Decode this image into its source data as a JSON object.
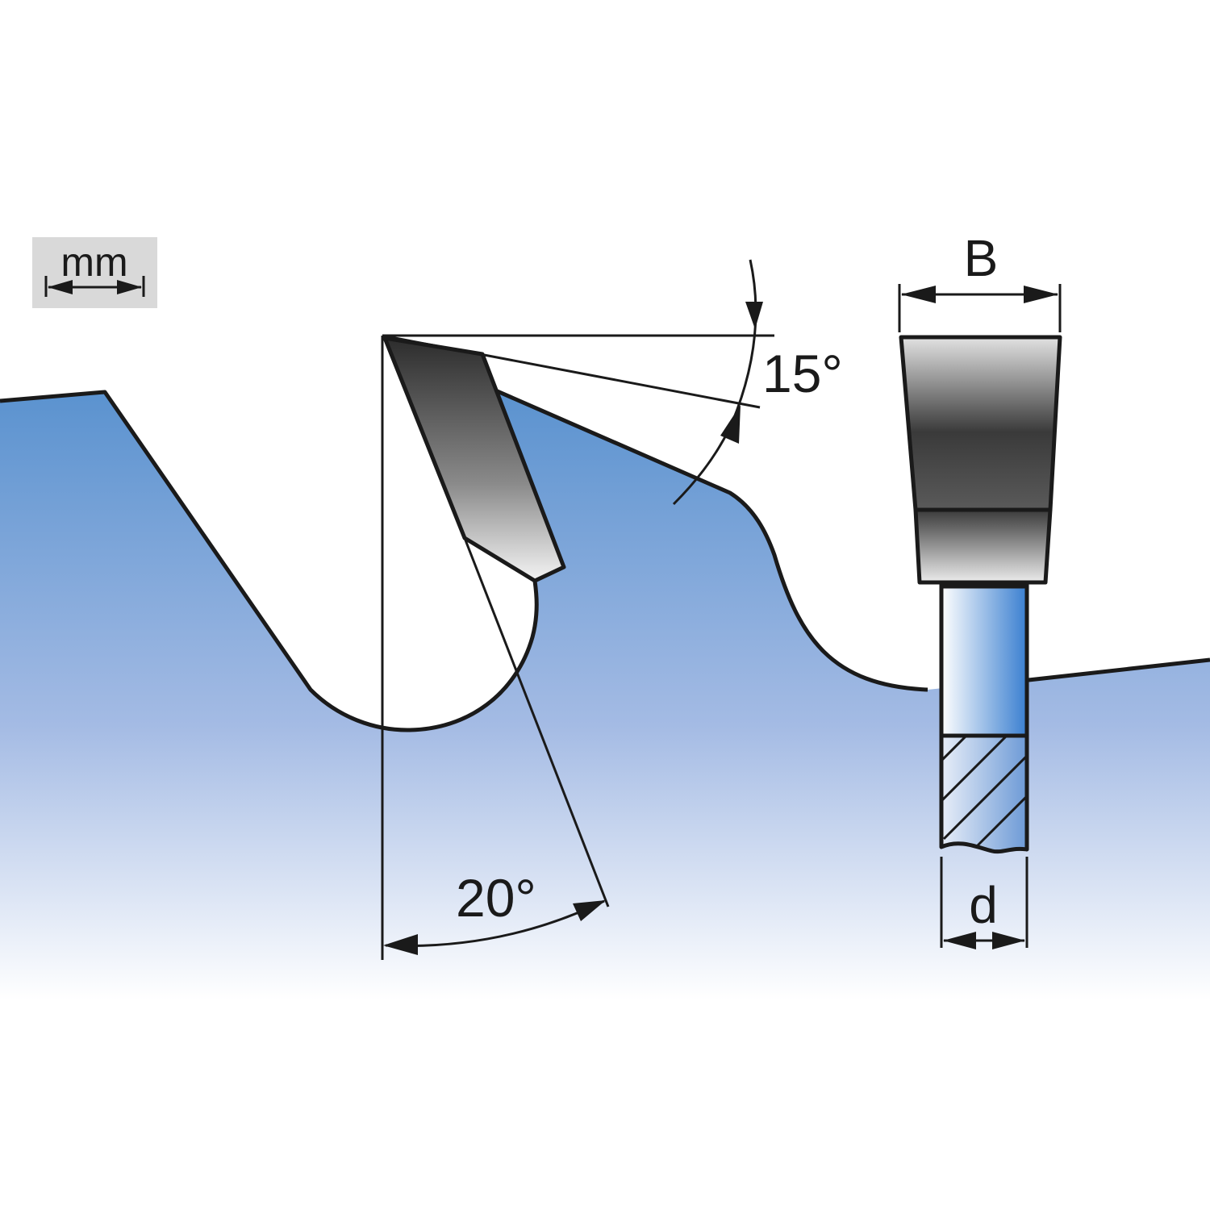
{
  "unit_badge": {
    "label": "mm"
  },
  "angles": {
    "hook_angle": "15°",
    "clearance_angle": "20°"
  },
  "dimensions": {
    "kerf_width": "B",
    "plate_thickness": "d"
  },
  "colors": {
    "blade_top": "#5b93d0",
    "blade_bottom": "#ffffff",
    "badge_bg": "#d9d9d9",
    "outline": "#1a1a1a"
  }
}
